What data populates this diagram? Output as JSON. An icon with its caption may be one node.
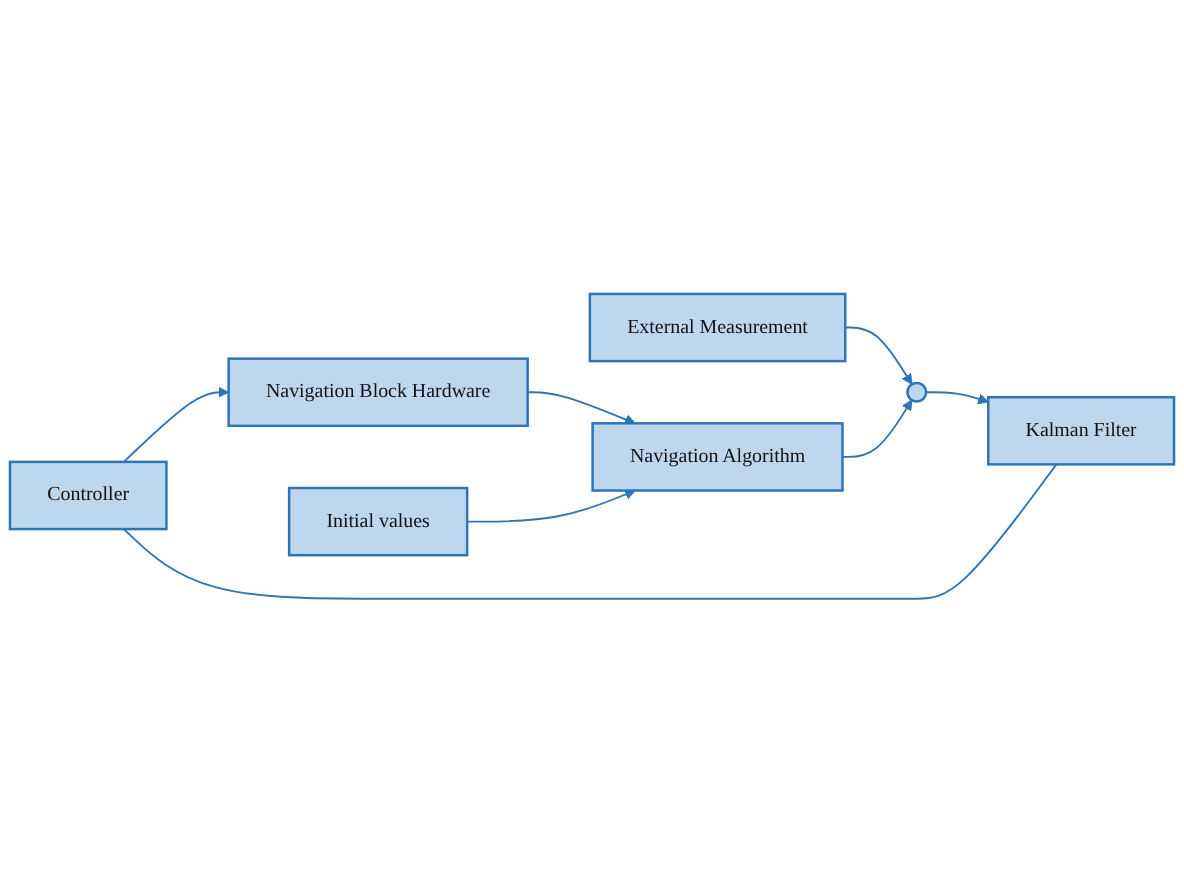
{
  "diagram": {
    "nodes": [
      {
        "text": [
          "Controller"
        ]
      },
      {
        "text": [
          "External Measurement"
        ]
      },
      {
        "text": [
          "Navigation Block Hardware"
        ]
      },
      {
        "text": [],
        "shape": "circle"
      },
      {
        "text": [
          "Kalman Filter"
        ]
      },
      {
        "text": [
          "Initial values"
        ]
      },
      {
        "text": [
          "Navigation Algorithm"
        ]
      }
    ],
    "edges": [
      {
        "from": 0,
        "to": 2,
        "arrow": "to"
      },
      {
        "from": 4,
        "to": 0,
        "arrow": "none"
      },
      {
        "from": 1,
        "to": 3,
        "arrow": "to"
      },
      {
        "from": 3,
        "to": 4,
        "arrow": "to"
      },
      {
        "from": 2,
        "to": 6,
        "arrow": "to"
      },
      {
        "from": 5,
        "to": 6,
        "arrow": "to"
      },
      {
        "from": 6,
        "to": 3,
        "arrow": "to"
      }
    ]
  }
}
